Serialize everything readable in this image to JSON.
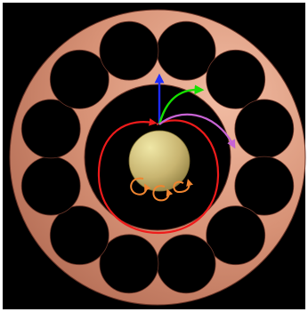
{
  "diagram": {
    "colors": {
      "background": "#000000",
      "frame": "#ffffff",
      "disc_light": "#f1bca3",
      "disc_mid": "#d79276",
      "disc_dark": "#b46d55",
      "disc_edge": "#6b3528",
      "hole": "#000000",
      "sphere_light": "#efe7a6",
      "sphere_mid": "#c8b470",
      "sphere_dark": "#7f6f33",
      "orbit": "#ee1b1b",
      "arrow_up": "#1d2bff",
      "arrow_green": "#16e000",
      "arrow_violet": "#c763d4",
      "spin": "#f08530"
    },
    "hole_count": 12,
    "components": [
      {
        "name": "outer-disc",
        "shape": "annulus"
      },
      {
        "name": "holes",
        "shape": "circle-ring"
      },
      {
        "name": "center-sphere",
        "shape": "sphere"
      },
      {
        "name": "orbit-loop",
        "shape": "closed-curve"
      },
      {
        "name": "vertical-arrow",
        "shape": "arrow"
      },
      {
        "name": "curved-arrow-green",
        "shape": "arrow"
      },
      {
        "name": "curved-arrow-violet",
        "shape": "arrow"
      },
      {
        "name": "spin-loops",
        "shape": "small-loops"
      }
    ]
  }
}
